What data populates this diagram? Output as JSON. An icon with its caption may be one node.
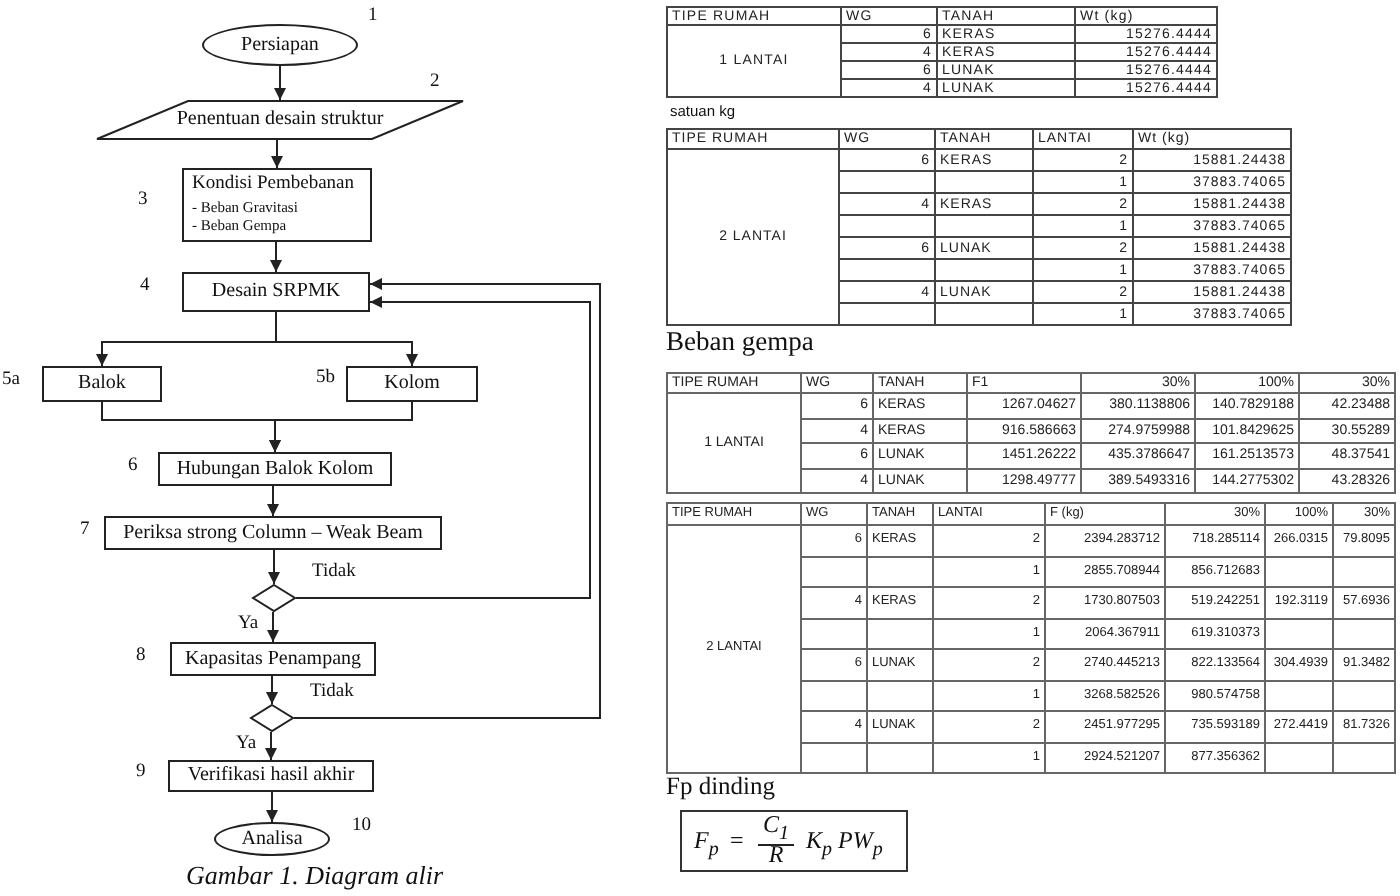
{
  "diagram": {
    "caption": "Gambar 1. Diagram alir",
    "nodes": [
      {
        "text": [
          "Persiapan"
        ],
        "beside": [
          "1"
        ]
      },
      {
        "text": [
          "Penentuan desain struktur"
        ],
        "beside": [
          "2"
        ]
      },
      {
        "text": [
          "Kondisi Pembebanan",
          "- Beban Gravitasi",
          "- Beban Gempa"
        ],
        "beside": [
          "3"
        ]
      },
      {
        "text": [
          "Desain SRPMK"
        ],
        "beside": [
          "4"
        ]
      },
      {
        "text": [
          "Balok"
        ],
        "beside": [
          "5a"
        ]
      },
      {
        "text": [
          "Kolom"
        ],
        "beside": [
          "5b"
        ]
      },
      {
        "text": [
          "Hubungan Balok Kolom"
        ],
        "beside": [
          "6"
        ]
      },
      {
        "text": [
          "Periksa strong Column – Weak Beam"
        ],
        "beside": [
          "7"
        ]
      },
      {
        "text": [],
        "shape": "diamond"
      },
      {
        "text": [
          "Kapasitas Penampang"
        ],
        "beside": [
          "8"
        ]
      },
      {
        "text": [],
        "shape": "diamond"
      },
      {
        "text": [
          "Verifikasi hasil akhir"
        ],
        "beside": [
          "9"
        ]
      },
      {
        "text": [
          "Analisa"
        ],
        "beside": [
          "10"
        ]
      },
      {
        "text": [
          "F$_{p}$",
          "=",
          "C$_{1}$",
          "R",
          "K$_{p}$ PW$_{p}$"
        ]
      }
    ],
    "edges": [
      {
        "from": 0,
        "to": 1,
        "arrow": "to"
      },
      {
        "from": 1,
        "to": 2,
        "arrow": "to"
      },
      {
        "from": 2,
        "to": 3,
        "arrow": "to"
      },
      {
        "from": 3,
        "to": 4,
        "arrow": "to"
      },
      {
        "from": 3,
        "to": 5,
        "arrow": "to"
      },
      {
        "from": 4,
        "to": 6,
        "arrow": "to"
      },
      {
        "from": 5,
        "to": 6,
        "arrow": "to"
      },
      {
        "from": 6,
        "to": 7,
        "arrow": "to"
      },
      {
        "from": 7,
        "to": 8,
        "arrow": "to"
      },
      {
        "from": 8,
        "to": 9,
        "arrow": "to",
        "label": "Ya"
      },
      {
        "from": 8,
        "to": 3,
        "arrow": "to",
        "label": "Tidak"
      },
      {
        "from": 9,
        "to": 10,
        "arrow": "to"
      },
      {
        "from": 10,
        "to": 11,
        "arrow": "to",
        "label": "Ya"
      },
      {
        "from": 10,
        "to": 3,
        "arrow": "to",
        "label": "Tidak"
      },
      {
        "from": 11,
        "to": 12,
        "arrow": "to"
      }
    ],
    "labels": [
      "TIPE RUMAH",
      "WG",
      "TANAH",
      "Wt (kg)",
      "1 LANTAI",
      "6",
      "KERAS",
      "15276.4444",
      "4",
      "KERAS",
      "15276.4444",
      "6",
      "LUNAK",
      "15276.4444",
      "4",
      "LUNAK",
      "15276.4444",
      "satuan kg",
      "TIPE RUMAH",
      "WG",
      "TANAH",
      "LANTAI",
      "Wt (kg)",
      "2 LANTAI",
      "6",
      "KERAS",
      "2",
      "15881.24438",
      "1",
      "37883.74065",
      "4",
      "KERAS",
      "2",
      "15881.24438",
      "1",
      "37883.74065",
      "6",
      "LUNAK",
      "2",
      "15881.24438",
      "1",
      "37883.74065",
      "4",
      "LUNAK",
      "2",
      "15881.24438",
      "1",
      "37883.74065",
      "Beban gempa",
      "TIPE RUMAH",
      "WG",
      "TANAH",
      "F1",
      "30%",
      "100%",
      "30%",
      "1 LANTAI",
      "6",
      "KERAS",
      "1267.04627",
      "380.1138806",
      "140.7829188",
      "42.23488",
      "4",
      "KERAS",
      "916.586663",
      "274.9759988",
      "101.8429625",
      "30.55289",
      "6",
      "LUNAK",
      "1451.26222",
      "435.3786647",
      "161.2513573",
      "48.37541",
      "4",
      "LUNAK",
      "1298.49777",
      "389.5493316",
      "144.2775302",
      "43.28326",
      "TIPE RUMAH",
      "WG",
      "TANAH",
      "LANTAI",
      "F (kg)",
      "30%",
      "100%",
      "30%",
      "2 LANTAI",
      "6",
      "KERAS",
      "2",
      "2394.283712",
      "718.285114",
      "266.0315",
      "79.8095",
      "1",
      "2855.708944",
      "856.712683",
      "4",
      "KERAS",
      "2",
      "1730.807503",
      "519.242251",
      "192.3119",
      "57.6936",
      "1",
      "2064.367911",
      "619.310373",
      "6",
      "LUNAK",
      "2",
      "2740.445213",
      "822.133564",
      "304.4939",
      "91.3482",
      "1",
      "3268.582526",
      "980.574758",
      "4",
      "LUNAK",
      "2",
      "2451.977295",
      "735.593189",
      "272.4419",
      "81.7326",
      "1",
      "2924.521207",
      "877.356362",
      "Fp dinding"
    ]
  }
}
